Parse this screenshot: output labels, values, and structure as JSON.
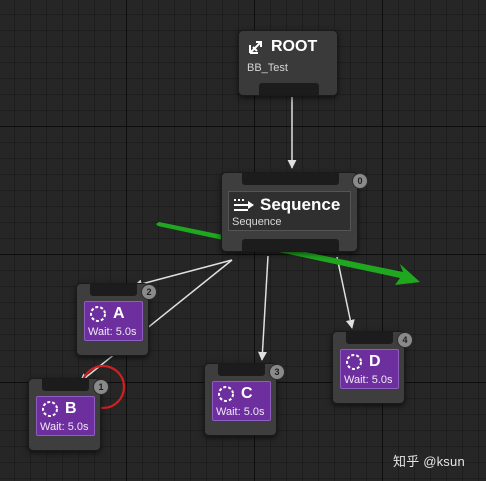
{
  "graph": {
    "root": {
      "title": "ROOT",
      "subtitle": "BB_Test",
      "icon": "root-branch-icon"
    },
    "sequence": {
      "title": "Sequence",
      "subtitle": "Sequence",
      "index": "0",
      "icon": "sequence-icon"
    },
    "tasks": [
      {
        "id": "a",
        "title": "A",
        "subtitle": "Wait: 5.0s",
        "index": "2",
        "icon": "wait-icon"
      },
      {
        "id": "b",
        "title": "B",
        "subtitle": "Wait: 5.0s",
        "index": "1",
        "icon": "wait-icon"
      },
      {
        "id": "c",
        "title": "C",
        "subtitle": "Wait: 5.0s",
        "index": "3",
        "icon": "wait-icon"
      },
      {
        "id": "d",
        "title": "D",
        "subtitle": "Wait: 5.0s",
        "index": "4",
        "icon": "wait-icon"
      }
    ]
  },
  "annotations": {
    "highlight_color": "#d02020",
    "arrow_color": "#1fa81f"
  },
  "watermark": "知乎 @ksun",
  "colors": {
    "background": "#262626",
    "node": "#3e3e3e",
    "task": "#6d2f9e",
    "wire": "#e0e0e0",
    "badge": "#8a8a8a"
  }
}
